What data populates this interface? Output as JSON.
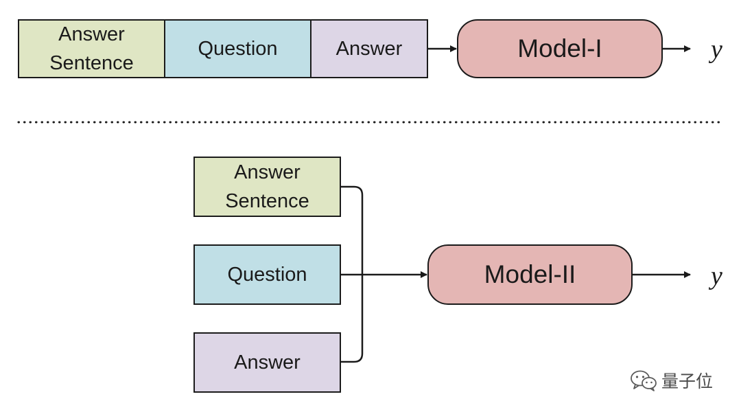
{
  "model1": {
    "inputs": {
      "answer_sentence": "Answer\nSentence",
      "question": "Question",
      "answer": "Answer"
    },
    "model_label": "Model-I",
    "output_label": "y"
  },
  "model2": {
    "inputs": {
      "answer_sentence": "Answer\nSentence",
      "question": "Question",
      "answer": "Answer"
    },
    "model_label": "Model-II",
    "output_label": "y"
  },
  "watermark": {
    "text": "量子位",
    "icon": "wechat-icon"
  },
  "colors": {
    "answer_sentence_fill": "#dfe6c4",
    "question_fill": "#c0dfe6",
    "answer_fill": "#ddd6e6",
    "model_fill": "#e4b6b4",
    "stroke": "#1a1a1a"
  }
}
